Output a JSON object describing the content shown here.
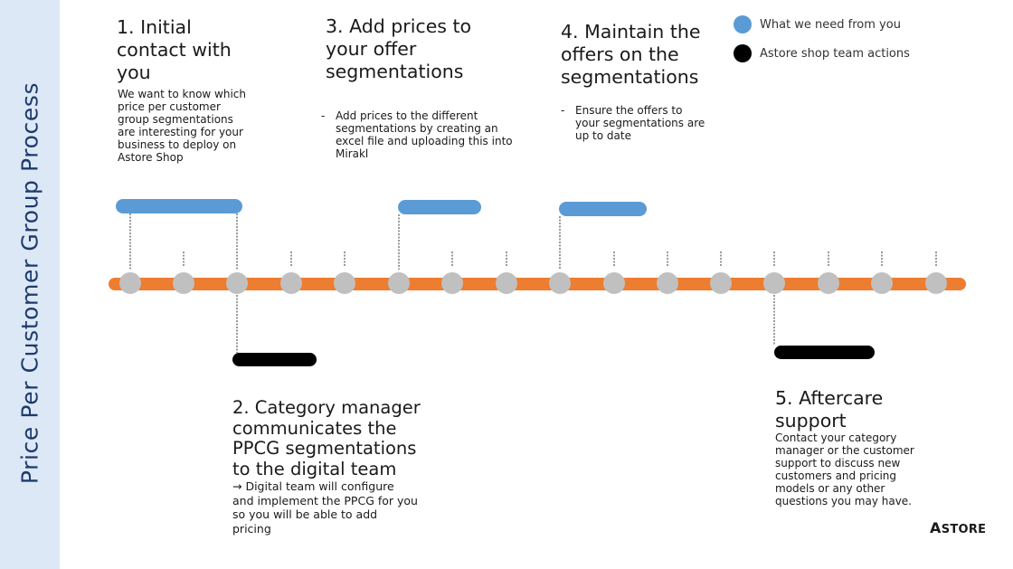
{
  "sidebar": {
    "title": "Price Per Customer Group  Process"
  },
  "legend": {
    "need": {
      "label": "What we need from you",
      "color": "#5b9bd5"
    },
    "actions": {
      "label": "Astore shop team actions",
      "color": "#000000"
    }
  },
  "colors": {
    "timeline": "#ed7d31",
    "node": "#c0c0c0",
    "blue_bar": "#5b9bd5",
    "black_bar": "#000000"
  },
  "steps": {
    "s1": {
      "title": "1. Initial contact with you",
      "desc": "We want to know which price per customer group segmentations are interesting for your business to deploy on Astore Shop"
    },
    "s2": {
      "title": "2. Category manager communicates the PPCG segmentations to the digital team",
      "desc": "→ Digital team will configure and implement the PPCG for you so you will be able to add pricing"
    },
    "s3": {
      "title": "3. Add prices to your offer segmentations",
      "desc": "Add prices to the different segmentations by creating an excel file and uploading this into Mirakl"
    },
    "s4": {
      "title": "4. Maintain the offers on the segmentations",
      "desc": "Ensure the offers to your segmentations are up to date"
    },
    "s5": {
      "title": "5. Aftercare support",
      "desc": "Contact your category manager or the customer support to discuss new customers and pricing models or any other questions you may have."
    }
  },
  "logo": {
    "first": "A",
    "rest": "STORE"
  }
}
